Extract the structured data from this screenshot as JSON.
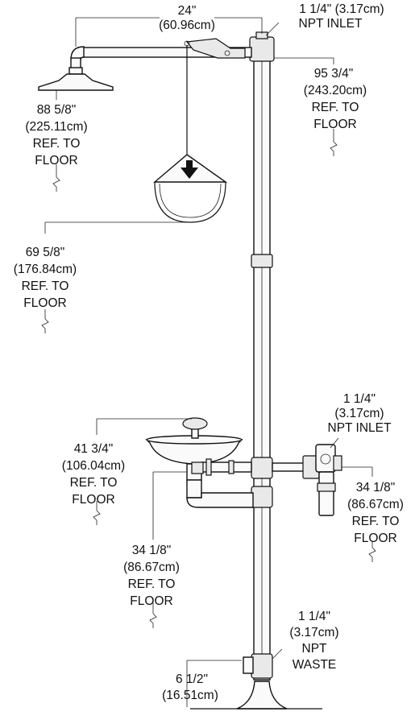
{
  "dimensions": {
    "arm_width": {
      "value": "24\"",
      "metric": "(60.96cm)"
    },
    "top_inlet": {
      "size": "1 1/4\" (3.17cm)",
      "type": "NPT INLET"
    },
    "showerhead_height": {
      "value": "88 5/8\"",
      "metric": "(225.11cm)",
      "ref1": "REF. TO",
      "ref2": "FLOOR"
    },
    "overall_height": {
      "value": "95 3/4\"",
      "metric": "(243.20cm)",
      "ref1": "REF. TO",
      "ref2": "FLOOR"
    },
    "pull_handle_height": {
      "value": "69 5/8\"",
      "metric": "(176.84cm)",
      "ref1": "REF. TO",
      "ref2": "FLOOR"
    },
    "side_inlet": {
      "size": "1 1/4\"",
      "metric": "(3.17cm)",
      "type": "NPT INLET"
    },
    "eyewash_bowl_height": {
      "value": "41 3/4\"",
      "metric": "(106.04cm)",
      "ref1": "REF. TO",
      "ref2": "FLOOR"
    },
    "side_inlet_height": {
      "value": "34 1/8\"",
      "metric": "(86.67cm)",
      "ref1": "REF. TO",
      "ref2": "FLOOR"
    },
    "eyewash_inlet_height": {
      "value": "34 1/8\"",
      "metric": "(86.67cm)",
      "ref1": "REF. TO",
      "ref2": "FLOOR"
    },
    "waste": {
      "size": "1 1/4\"",
      "metric": "(3.17cm)",
      "type1": "NPT",
      "type2": "WASTE"
    },
    "base_height": {
      "value": "6 1/2\"",
      "metric": "(16.51cm)"
    }
  },
  "icons": {
    "pull_arrow": "down-arrow-icon",
    "floor_break": "break-line-icon"
  }
}
